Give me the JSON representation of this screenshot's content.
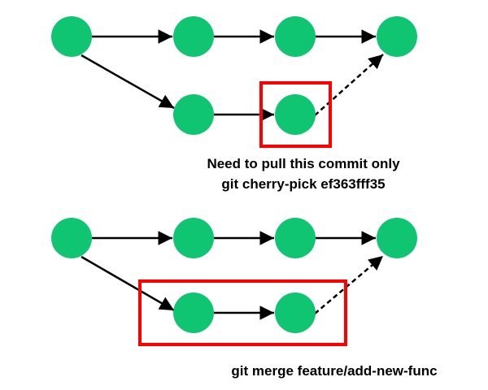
{
  "colors": {
    "node": "#10c572",
    "box": "#ff0000",
    "edge": "#000000"
  },
  "top_diagram": {
    "caption_line1": "Need to pull this commit only",
    "caption_line2": "git cherry-pick ef363fff35"
  },
  "bottom_diagram": {
    "caption": "git merge feature/add-new-func"
  }
}
